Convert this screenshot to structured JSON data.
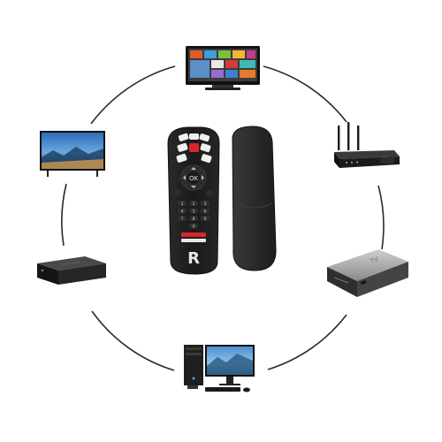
{
  "remote": {
    "ok_label": "OK",
    "brand_letter": "R",
    "keypad_keys": [
      "1",
      "2",
      "3",
      "4",
      "5",
      "6",
      "7",
      "8",
      "9",
      "0"
    ]
  },
  "devices": [
    {
      "name": "smart-tv",
      "icon": "smart-tv-icon"
    },
    {
      "name": "wifi-router",
      "icon": "router-icon"
    },
    {
      "name": "tv-box",
      "icon": "tv-box-icon"
    },
    {
      "name": "desktop-pc",
      "icon": "desktop-computer-icon"
    },
    {
      "name": "media-player",
      "icon": "media-player-icon"
    },
    {
      "name": "television",
      "icon": "television-icon"
    }
  ],
  "colors": {
    "ring": "#2b2b2b",
    "remote_body": "#1c1c1c",
    "accent_red": "#d8262b"
  }
}
